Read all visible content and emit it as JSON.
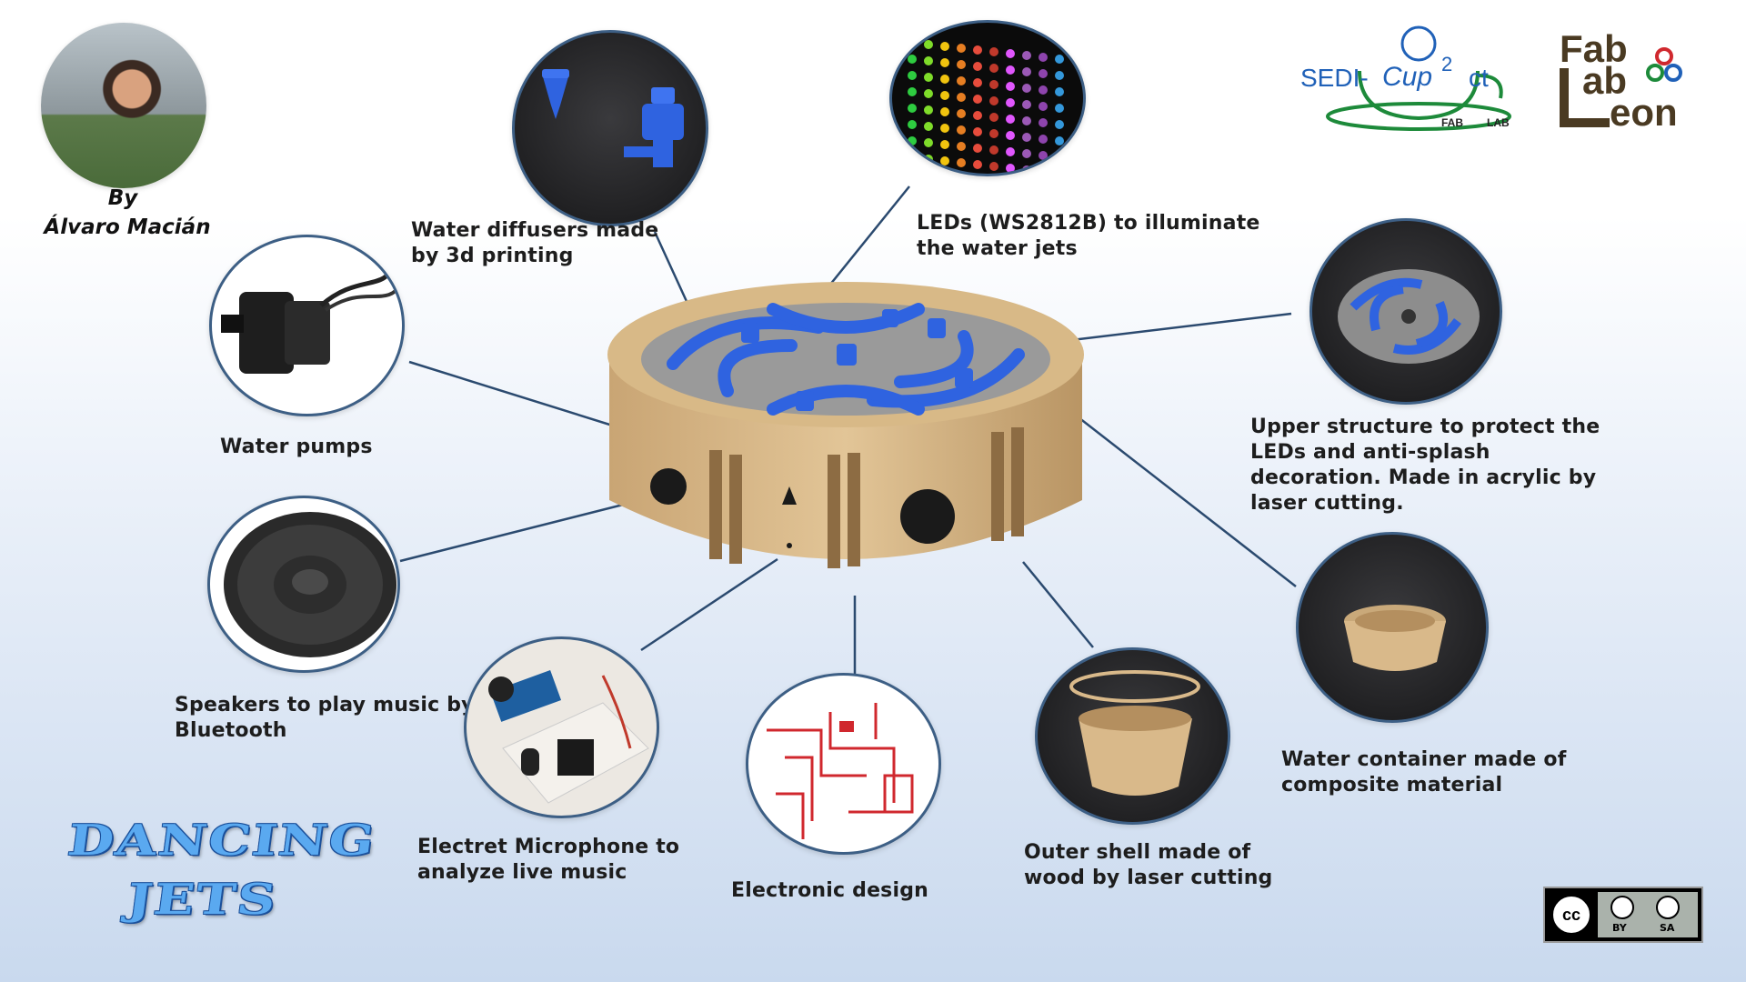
{
  "author": {
    "by": "By",
    "name": "Álvaro Macián"
  },
  "title": {
    "line1": "DANCING",
    "line2": "JETS"
  },
  "labels": {
    "water_diffusers": [
      "Water diffusers made",
      "by 3d printing"
    ],
    "leds": [
      "LEDs (WS2812B) to illuminate",
      "the water jets"
    ],
    "water_pumps": [
      "Water pumps"
    ],
    "upper_structure": [
      "Upper structure to protect the",
      "LEDs and anti-splash",
      "decoration. Made in acrylic by",
      "laser cutting."
    ],
    "speakers": [
      "Speakers to play music by",
      "Bluetooth"
    ],
    "water_container": [
      "Water container made of",
      "composite material"
    ],
    "microphone": [
      "Electret Microphone to",
      "analyze live music"
    ],
    "electronic": [
      "Electronic design"
    ],
    "outer_shell": [
      "Outer shell made of",
      "wood by laser cutting"
    ]
  },
  "logos": {
    "sedi": {
      "left": "SEDI-",
      "cup": "Cup",
      "exp": "2",
      "right": "ct",
      "sub": "FAB",
      "sub2": "LAB"
    },
    "fablab": {
      "line1": "Fab",
      "line2": "ab",
      "line3": "eon"
    },
    "license": {
      "by": "BY",
      "sa": "SA",
      "cc": "cc"
    }
  },
  "colors": {
    "accent_line": "#2b4a6f",
    "diffuser_blue": "#2f63e0",
    "wood": "#d9b98a",
    "title_blue": "#5aa9f0"
  },
  "icons": [
    "author-photo",
    "water-pump-image",
    "speaker-image",
    "diffuser-image",
    "led-matrix-image",
    "upper-structure-image",
    "container-image",
    "shell-image",
    "pcb-image",
    "microphone-image"
  ]
}
